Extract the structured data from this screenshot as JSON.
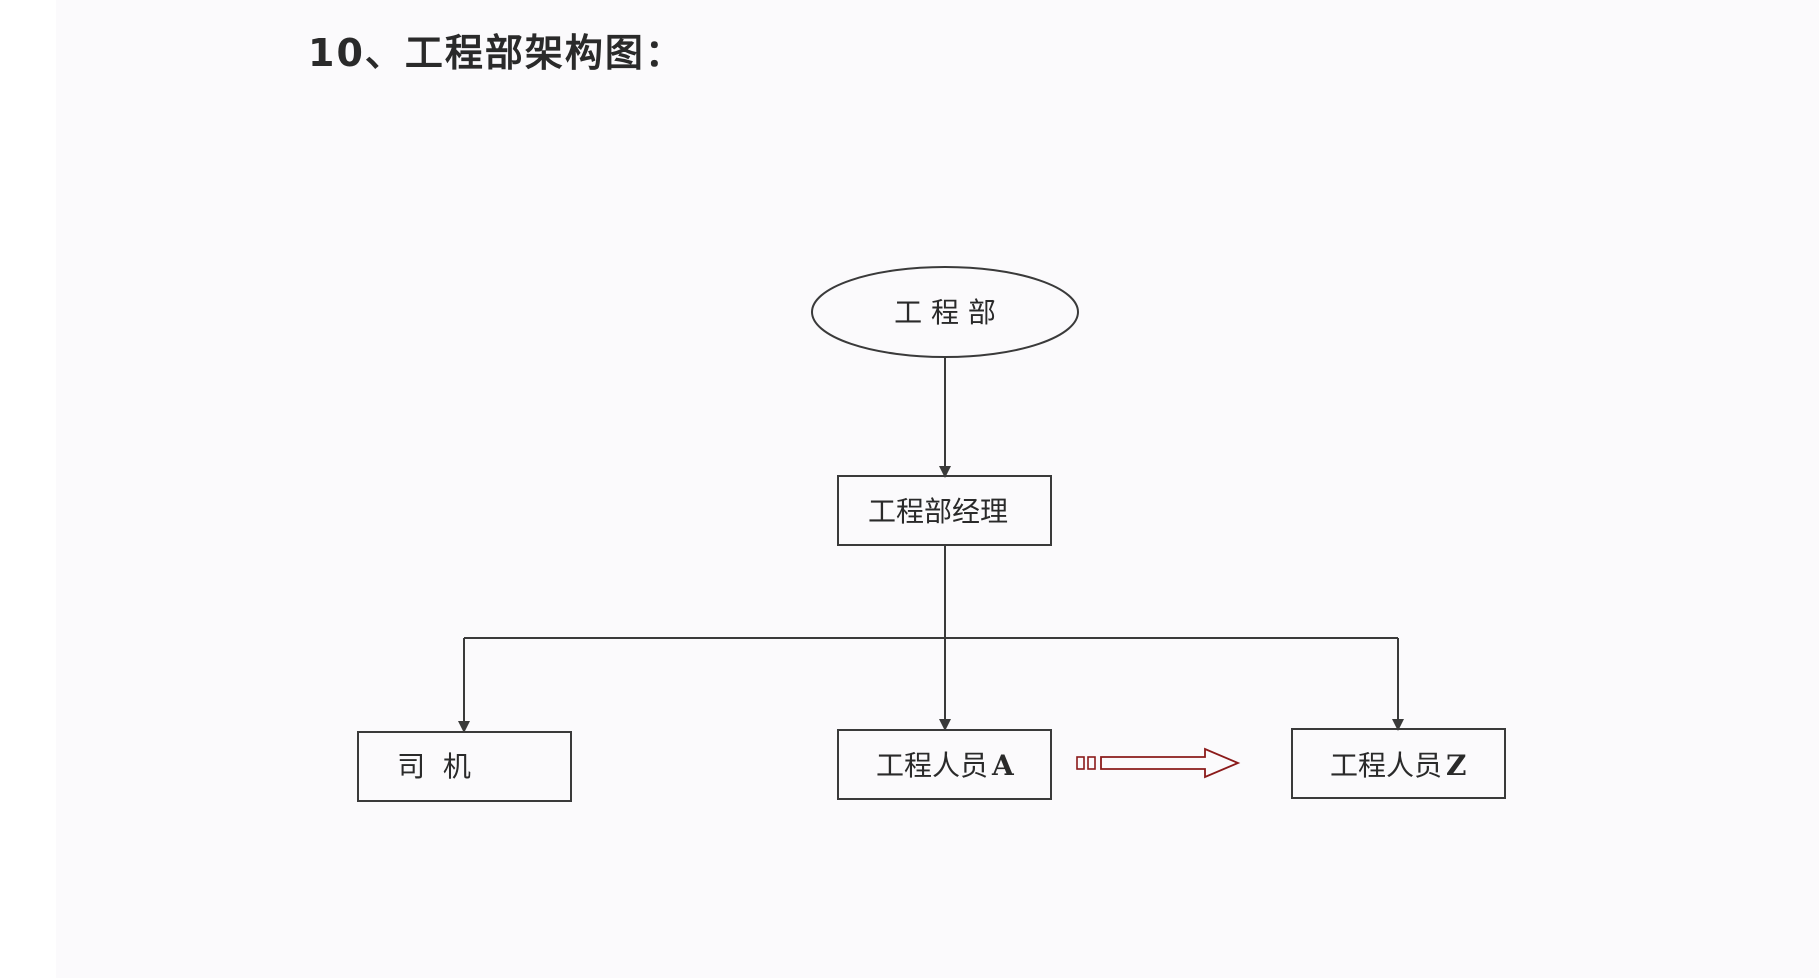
{
  "title": "10、工程部架构图：",
  "nodes": {
    "root": "工 程 部",
    "manager": "工程部经理",
    "driver": "司  机",
    "engineer_a": "工程人员",
    "engineer_a_suffix": "A",
    "engineer_z": "工程人员",
    "engineer_z_suffix": "Z"
  },
  "colors": {
    "line": "#3a3a3a",
    "arrow_outline": "#8b1a1a"
  }
}
